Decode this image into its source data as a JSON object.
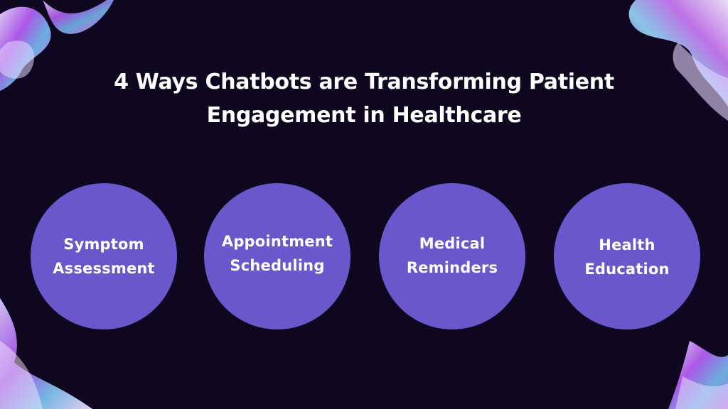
{
  "title": {
    "line1": "4 Ways Chatbots are Transforming Patient",
    "line2": "Engagement in Healthcare"
  },
  "items": [
    {
      "line1": "Symptom",
      "line2": "Assessment"
    },
    {
      "line1": "Appointment",
      "line2": "Scheduling"
    },
    {
      "line1": "Medical",
      "line2": "Reminders"
    },
    {
      "line1": "Health",
      "line2": "Education"
    }
  ],
  "colors": {
    "background": "#0f0620",
    "circle": "#6a57cc",
    "text": "#ffffff",
    "ribbon_primary": "#b45cf0",
    "ribbon_secondary": "#e6d6ff",
    "ribbon_accent": "#6fb6e8"
  },
  "decorations": {
    "corner_art": "iridescent-ribbon"
  }
}
